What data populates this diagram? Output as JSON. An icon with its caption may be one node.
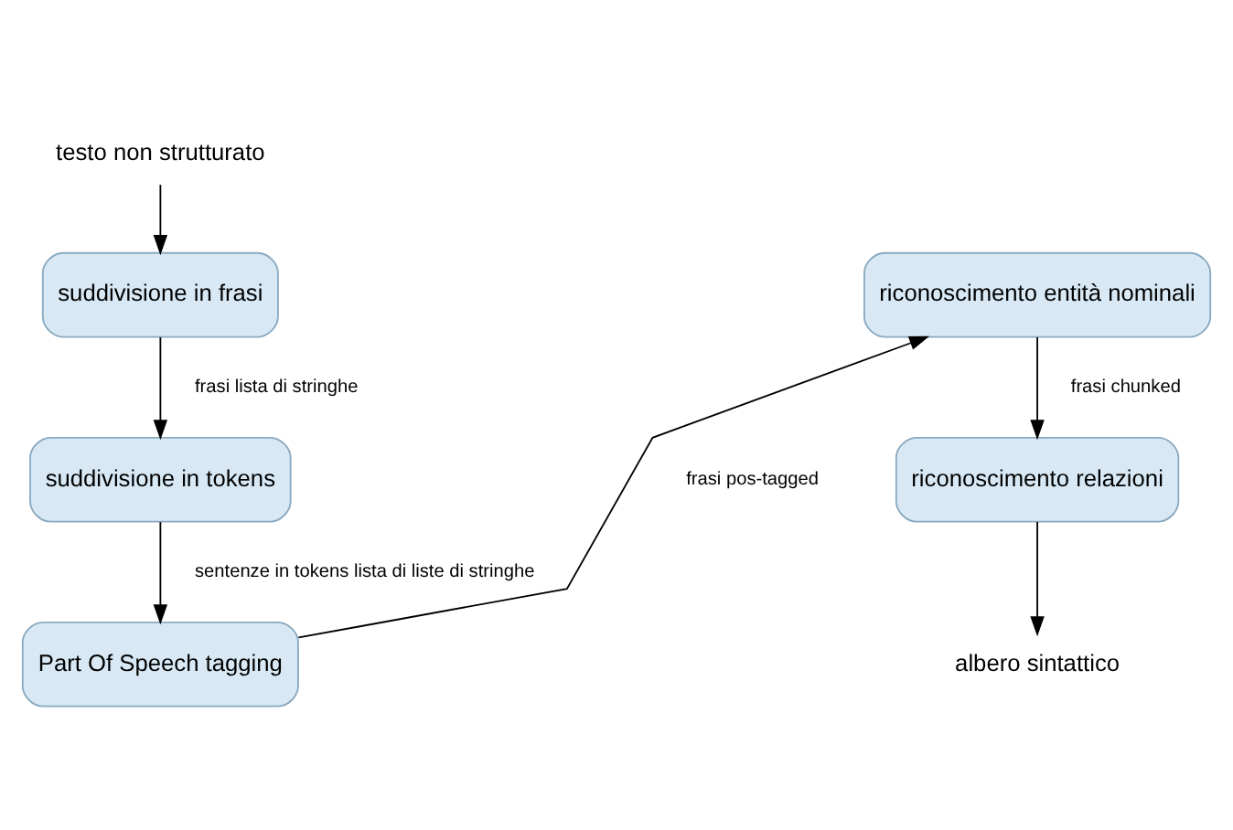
{
  "diagram": {
    "nodes": [
      {
        "text": [
          "testo non strutturato"
        ]
      },
      {
        "text": [
          "suddivisione in frasi"
        ]
      },
      {
        "text": [
          "suddivisione in tokens"
        ]
      },
      {
        "text": [
          "Part Of Speech tagging"
        ]
      },
      {
        "text": [
          "riconoscimento entità nominali"
        ]
      },
      {
        "text": [
          "riconoscimento relazioni"
        ]
      },
      {
        "text": [
          "albero sintattico"
        ]
      }
    ],
    "edges": [
      {
        "from": 0,
        "to": 1,
        "arrow": "to"
      },
      {
        "from": 1,
        "to": 2,
        "arrow": "to",
        "label": "frasi lista di stringhe"
      },
      {
        "from": 2,
        "to": 3,
        "arrow": "to",
        "label": "sentenze in tokens lista di liste di stringhe"
      },
      {
        "from": 3,
        "to": 4,
        "arrow": "to",
        "label": "frasi pos-tagged"
      },
      {
        "from": 4,
        "to": 5,
        "arrow": "to",
        "label": "frasi chunked"
      },
      {
        "from": 5,
        "to": 6,
        "arrow": "to"
      }
    ]
  }
}
